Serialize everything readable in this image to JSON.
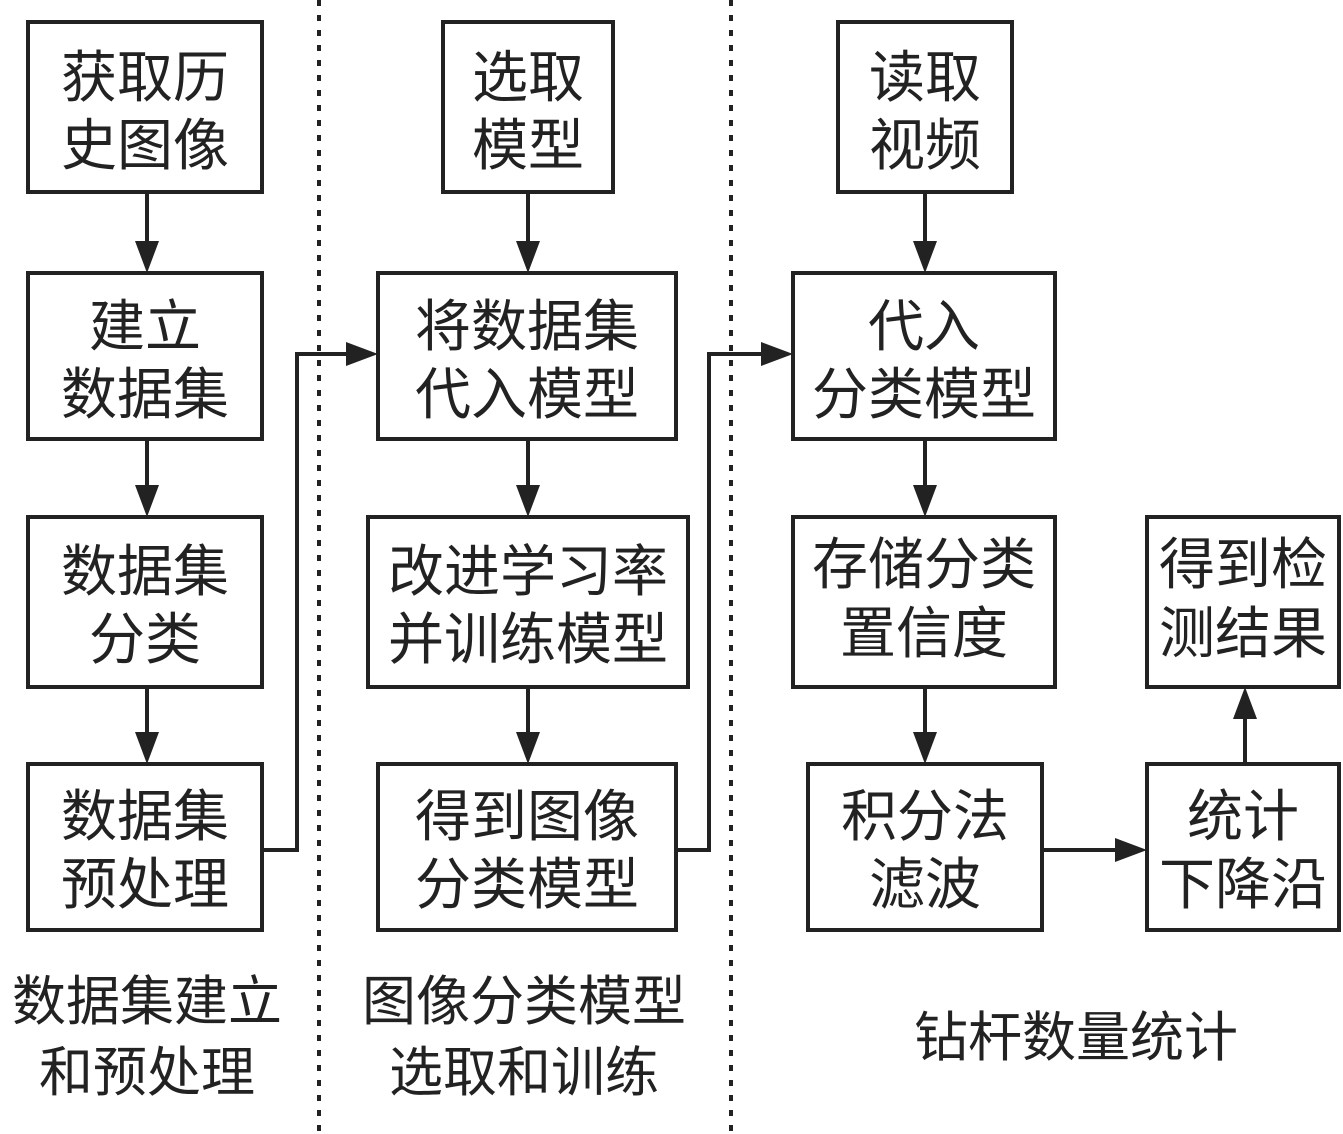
{
  "columns": {
    "dataset": {
      "caption": [
        "数据集建立",
        "和预处理"
      ],
      "boxes": {
        "get_history_images": [
          "获取历",
          "史图像"
        ],
        "build_dataset": [
          "建立",
          "数据集"
        ],
        "classify_dataset": [
          "数据集",
          "分类"
        ],
        "preprocess_dataset": [
          "数据集",
          "预处理"
        ]
      }
    },
    "model": {
      "caption": [
        "图像分类模型",
        "选取和训练"
      ],
      "boxes": {
        "select_model": [
          "选取",
          "模型"
        ],
        "feed_dataset": [
          "将数据集",
          "代入模型"
        ],
        "improve_lr_train": [
          "改进学习率",
          "并训练模型"
        ],
        "get_classifier": [
          "得到图像",
          "分类模型"
        ]
      }
    },
    "counting": {
      "caption": [
        "钻杆数量统计"
      ],
      "boxes": {
        "read_video": [
          "读取",
          "视频"
        ],
        "feed_classifier": [
          "代入",
          "分类模型"
        ],
        "store_confidence": [
          "存储分类",
          "置信度"
        ],
        "integral_filter": [
          "积分法",
          "滤波"
        ],
        "count_falling_edge": [
          "统计",
          "下降沿"
        ],
        "get_result": [
          "得到检",
          "测结果"
        ]
      }
    }
  }
}
